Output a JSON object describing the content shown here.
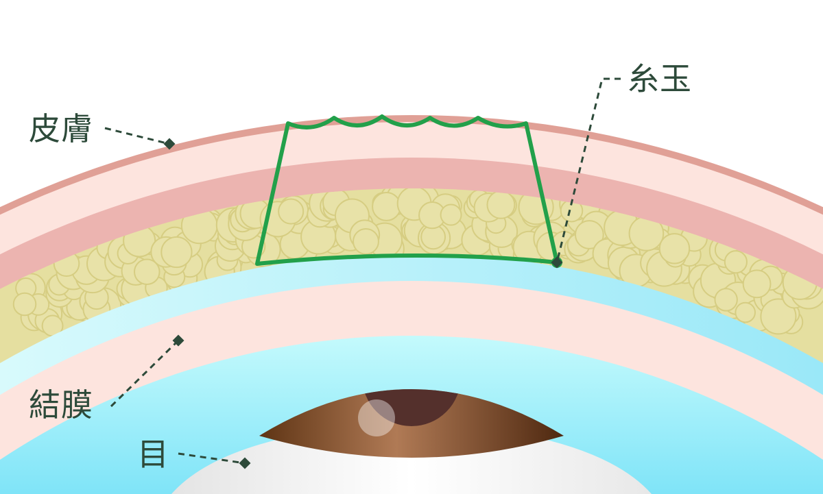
{
  "labels": {
    "skin": "皮膚",
    "thread_knot": "糸玉",
    "conjunctiva": "結膜",
    "eye": "目"
  },
  "colors": {
    "skin_line": "#e0a096",
    "light_pink": "#fde4de",
    "pink": "#ecb4b0",
    "fat": "#e5dfa0",
    "cyan": "#b8f0fa",
    "thread": "#22a04a",
    "label": "#2d4a3a",
    "iris": "#8a5530",
    "pupil": "#54302c"
  }
}
